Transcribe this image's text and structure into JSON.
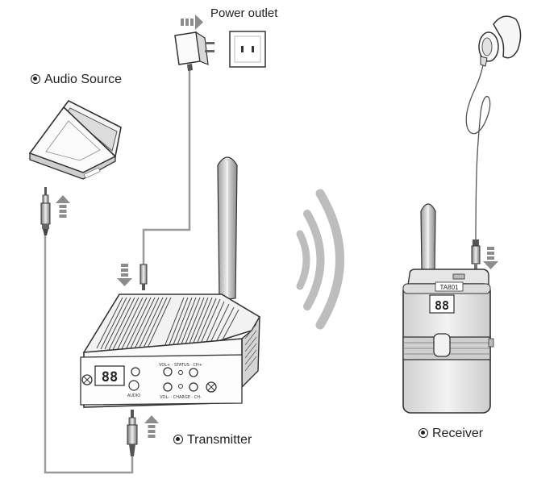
{
  "labels": {
    "power_outlet": "Power outlet",
    "audio_source": "Audio Source",
    "transmitter": "Transmitter",
    "receiver": "Receiver"
  },
  "transmitter_panel": {
    "display": "88",
    "audio": "AUDIO",
    "top_row": "VOL+ · STATUS · CH+",
    "bottom_row": "VOL- · CHARGE · CH-"
  },
  "receiver_panel": {
    "model": "TA801",
    "display": "88"
  },
  "colors": {
    "line": "#333333",
    "cable": "#9a9a9a",
    "arrow": "#8c8c8c",
    "waves": "#bdbdbd",
    "device_light": "#ececec"
  },
  "icons": {
    "bullet": "radio-bullet-icon",
    "arrow": "arrow-icon"
  }
}
